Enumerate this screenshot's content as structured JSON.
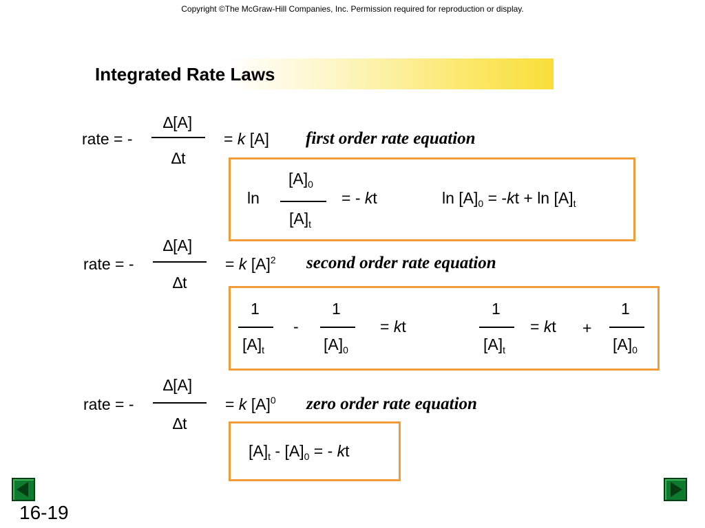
{
  "copyright": "Copyright ©The McGraw-Hill Companies, Inc.  Permission required for reproduction or display.",
  "title": "Integrated Rate Laws",
  "common": {
    "rate_prefix": "rate = -",
    "delta_A": "∆[A]",
    "delta_t": "∆t",
    "equals": "= ",
    "k": "k",
    "A": " [A]"
  },
  "first_order": {
    "name": "first order rate equation",
    "ln": "ln",
    "A": "[A]",
    "sub0": "0",
    "subt": "t",
    "eq_minus": "= - ",
    "k": "k",
    "t": "t",
    "rhs_ln": "ln [A]",
    "rhs_eq": " = -",
    "rhs_plus": "t + ln [A]"
  },
  "second_order": {
    "name": "second order rate equation",
    "exp": "2",
    "one": "1",
    "A": "[A]",
    "subt": "t",
    "sub0": "0",
    "minus": "-",
    "equals": "= ",
    "k": "k",
    "t": "t",
    "plus": "+"
  },
  "zero_order": {
    "name": "zero order rate equation",
    "exp": "0",
    "A": "[A]",
    "subt": "t",
    "sub0": "0",
    "minus_mid": " - ",
    "eq_minus": " = - ",
    "k": "k",
    "t": "t"
  },
  "nav": {
    "prev_icon": "triangle-left-icon",
    "next_icon": "triangle-right-icon"
  },
  "page_number": "16-19"
}
